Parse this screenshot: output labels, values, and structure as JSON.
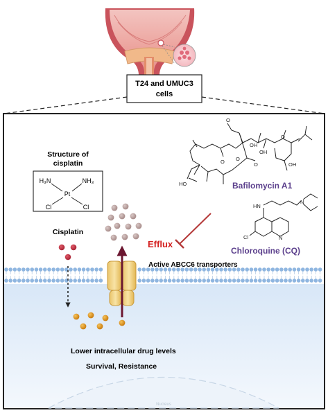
{
  "cells_label": {
    "line1": "T24 and UMUC3",
    "line2": "cells"
  },
  "cisplatin_structure": {
    "title_line1": "Structure of",
    "title_line2": "cisplatin",
    "h3n": "H₃N",
    "nh3": "NH₃",
    "pt": "Pt",
    "cl_left": "Cl",
    "cl_right": "Cl"
  },
  "cisplatin_label": "Cisplatin",
  "efflux_label": "Efflux",
  "transporter_label": "Active ABCC6 transporters",
  "bafilomycin": {
    "label": "Bafilomycin A1",
    "atoms": {
      "o1": "O",
      "oh1": "OH",
      "oh2": "OH",
      "o2": "O",
      "oh3": "OH",
      "o3": "O",
      "o4": "O",
      "ho": "HO",
      "o5": "O"
    }
  },
  "chloroquine": {
    "label": "Chloroquine (CQ)",
    "atoms": {
      "hn": "HN",
      "n1": "N",
      "cl": "Cl",
      "n2": "N"
    }
  },
  "outcome_line1": "Lower intracellular drug levels",
  "outcome_line2": "Survival, Resistance",
  "nucleus_label": "Nucleus",
  "colors": {
    "efflux_red": "#d42020",
    "drug_purple": "#5b3f8c",
    "arrow_maroon": "#6b1630",
    "inhibit_red": "#b53a3a",
    "membrane_blue": "#8fb6e0",
    "cytoplasm": "#e9f2fb",
    "bladder_pink": "#d96a6a",
    "cisplatin_red": "#b0283a",
    "drug_orange": "#d4860c",
    "effluxed_drug": "#b89a98"
  }
}
